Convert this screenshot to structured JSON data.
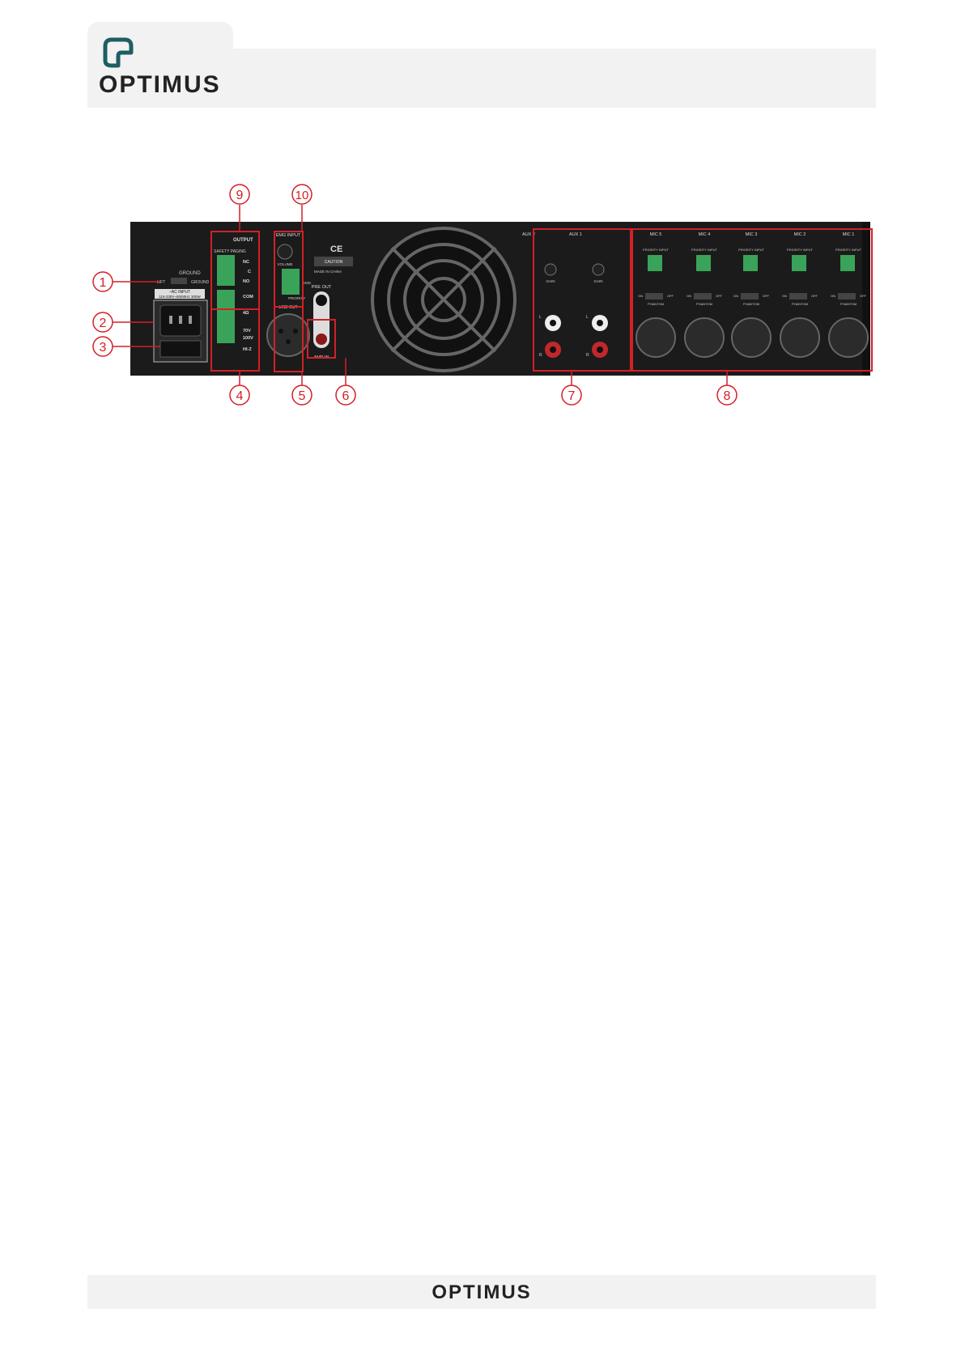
{
  "header": {
    "brand": "OPTIMUS"
  },
  "footer": {
    "brand": "OPTIMUS"
  },
  "colors": {
    "callout": "#d32027",
    "panel": "#1b1b1b",
    "terminal": "#3aa35a",
    "logo": "#1d5e63"
  },
  "callouts": [
    "1",
    "2",
    "3",
    "4",
    "5",
    "6",
    "7",
    "8",
    "9",
    "10"
  ],
  "panel": {
    "ground": "GROUND",
    "ground_lift": "LIFT",
    "ground_ground": "GROUND",
    "ac_input": "~AC INPUT",
    "ac_rating": "115-230V~50/60Hz 300W",
    "output": "OUTPUT",
    "safety_paging": "SAFETY PAGING",
    "nc": "NC",
    "c": "C",
    "no": "NO",
    "com": "COM",
    "ohm4": "4Ω",
    "v70": "70V",
    "v100": "100V",
    "hiz": "HI-Z",
    "emg_input": "EMG INPUT",
    "volume": "VOLUME",
    "emg": "EMG",
    "priority": "PRIORITY",
    "line_out": "LINE OUT",
    "pre_out": "PRE OUT",
    "amp_in": "AMP IN",
    "made_in": "MADE IN CHINA",
    "caution": "CAUTION",
    "ce": "CE",
    "aux2": "AUX 2",
    "aux1": "AUX 1",
    "gain": "GAIN",
    "left": "L",
    "right": "R",
    "mics": [
      "MIC 5",
      "MIC 4",
      "MIC 3",
      "MIC 2",
      "MIC 1"
    ],
    "priority_input": "PRIORITY INPUT",
    "on": "ON",
    "off": "OFF",
    "phantom": "PHANTOM"
  }
}
